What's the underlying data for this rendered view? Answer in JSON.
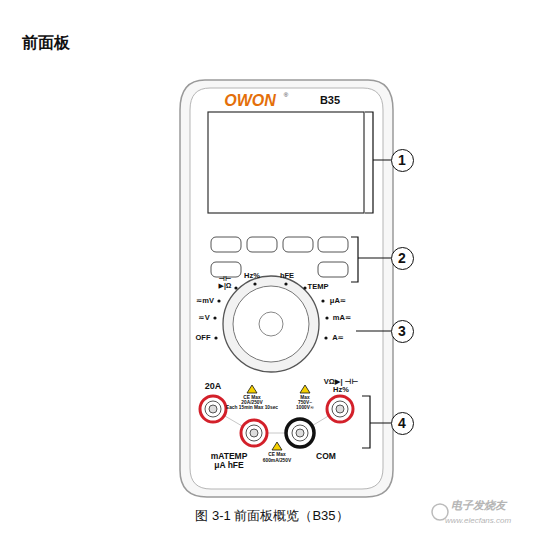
{
  "diagram": {
    "title": "前面板",
    "caption": "图 3-1 前面板概览（B35）",
    "nodes": [
      {
        "text": [
          "1"
        ]
      },
      {
        "text": [
          "2"
        ]
      },
      {
        "text": [
          "3"
        ]
      },
      {
        "text": [
          "4"
        ]
      }
    ],
    "labels": [
      "OWON",
      "®",
      "B35",
      "⊣⊢ ▶|Ω",
      "Hz%",
      "hFE",
      "TEMP",
      "μA≂",
      "mA≂",
      "A≂",
      "≂mV",
      "≂V",
      "OFF",
      "20A",
      "CE Max",
      "20A/250V",
      "Each 15min Max 10sec",
      "Max",
      "750V~",
      "1000V≂",
      "VΩ▶| ⊣⊢ Hz%",
      "mATEMP μA hFE",
      "COM",
      "CE Max",
      "600mA/250V",
      "电子发烧友",
      "www.elecfans.com"
    ]
  }
}
